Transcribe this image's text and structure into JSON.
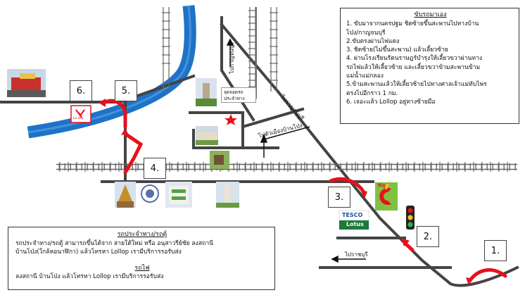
{
  "directions": {
    "title": "ขับรถมาเอง",
    "steps": [
      "1. ขับมาจากนครปฐม ชิดซ้ายขึ้นสะพานไปทางบ้าน",
      "โป่ง/กาญจนบุรี",
      "2.ขับตรงผ่านไฟแดง",
      "3. ชิดซ้าย(ไม่ขึ้นสะพาน) แล้วเลี้ยวซ้าย",
      "4. ผ่านโรงเรียนรัตนราษฎร์บำรุงให้เลี้ยวขวาผ่านทาง",
      "รถไฟแล้วให้เลี้ยวซ้าย และเลี้ยวขวาข้ามสะพานข้าม",
      "แม่น้ำแม่กลอง",
      "5.ข้ามสะพานแล้วให้เลี้ยวซ้ายไปทางศาลเจ้าแม่ทับไพร",
      "ตรงไปอีกราว 1 กม.",
      "6. เจอะแล้ว Lollop อยู่ทางซ้ายมือ"
    ]
  },
  "transport": {
    "bus_title": "รถประจำทาง/รถตู้",
    "bus_lines": [
      "รถประจำทาง/รถตู้ สามารถขึ้นได้จาก สายใต้ใหม่ หรือ อนุสาวรีย์ชัย ลงสถานี",
      "บ้านโป่ง(ใกล้หอนาฬิกา) แล้วโทรหา Lollop เรามีบริการรอรับส่ง"
    ],
    "train_title": "รถไฟ",
    "train_lines": [
      "ลงสถานี บ้านโป่ง แล้วโทรหา Lollop เรามีบริการรอรับส่ง"
    ]
  },
  "steps": {
    "s1": "1.",
    "s2": "2.",
    "s3": "3.",
    "s4": "4.",
    "s5": "5.",
    "s6": "6."
  },
  "road_labels": {
    "kanchanaburi_top": "ไปกาญจนบุรี",
    "kanchanaburi_diag": "ไปกาญจนบุรี",
    "banpong": "ไปตัวเมืองบ้านโป่ง",
    "ratchaburi": "ไปราชบุรี",
    "bus_stop_1": "จุดจอดรถ",
    "bus_stop_2": "ประจำทาง"
  },
  "logos": {
    "lollop": "Lo llop",
    "tesco": "TESCO",
    "lotus": "Lotus",
    "bigc": "Big"
  },
  "colors": {
    "river": "#1e73c8",
    "road": "#444444",
    "arrow": "#e8101c",
    "rail": "#666666",
    "star": "#e8101c"
  }
}
